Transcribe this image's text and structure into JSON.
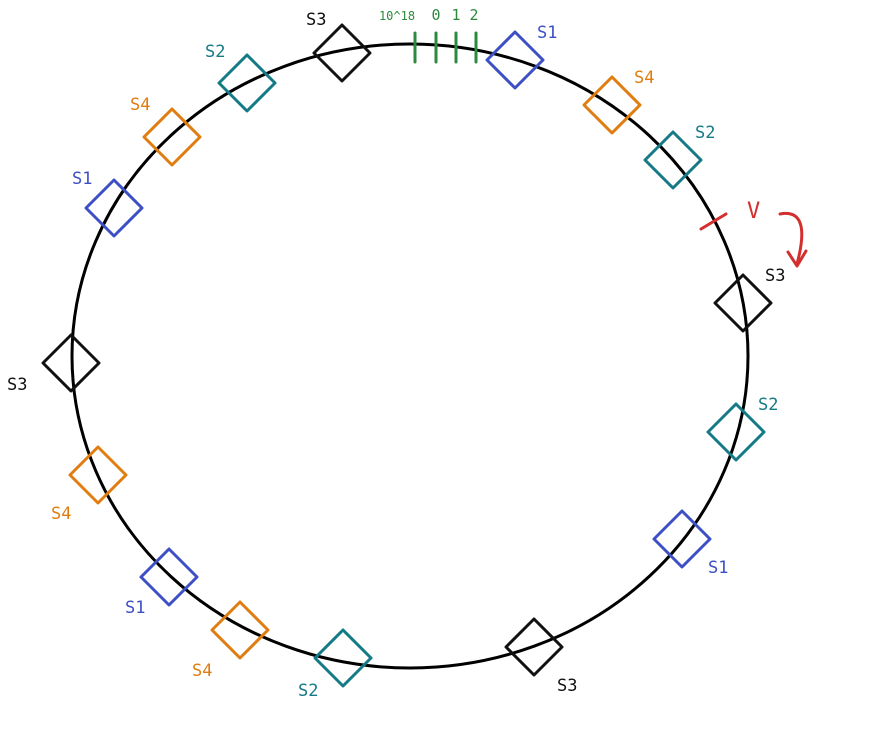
{
  "colors": {
    "S1": "#3d4fc4",
    "S2": "#137a86",
    "S3": "#111111",
    "S4": "#e07d10",
    "ring": "#000000",
    "ticks": "#2b8a3e",
    "marker": "#d32f2f"
  },
  "ring_ticks": [
    {
      "label": "10^18",
      "small": true
    },
    {
      "label": "0",
      "small": false
    },
    {
      "label": "1",
      "small": false
    },
    {
      "label": "2",
      "small": false
    }
  ],
  "nodes": [
    {
      "label": "S3",
      "server": "S3"
    },
    {
      "label": "S1",
      "server": "S1"
    },
    {
      "label": "S4",
      "server": "S4"
    },
    {
      "label": "S2",
      "server": "S2"
    },
    {
      "label": "S3",
      "server": "S3"
    },
    {
      "label": "S2",
      "server": "S2"
    },
    {
      "label": "S1",
      "server": "S1"
    },
    {
      "label": "S3",
      "server": "S3"
    },
    {
      "label": "S2",
      "server": "S2"
    },
    {
      "label": "S4",
      "server": "S4"
    },
    {
      "label": "S1",
      "server": "S1"
    },
    {
      "label": "S4",
      "server": "S4"
    },
    {
      "label": "S3",
      "server": "S3"
    },
    {
      "label": "S1",
      "server": "S1"
    },
    {
      "label": "S4",
      "server": "S4"
    },
    {
      "label": "S2",
      "server": "S2"
    }
  ],
  "key_marker": {
    "label": "V"
  }
}
